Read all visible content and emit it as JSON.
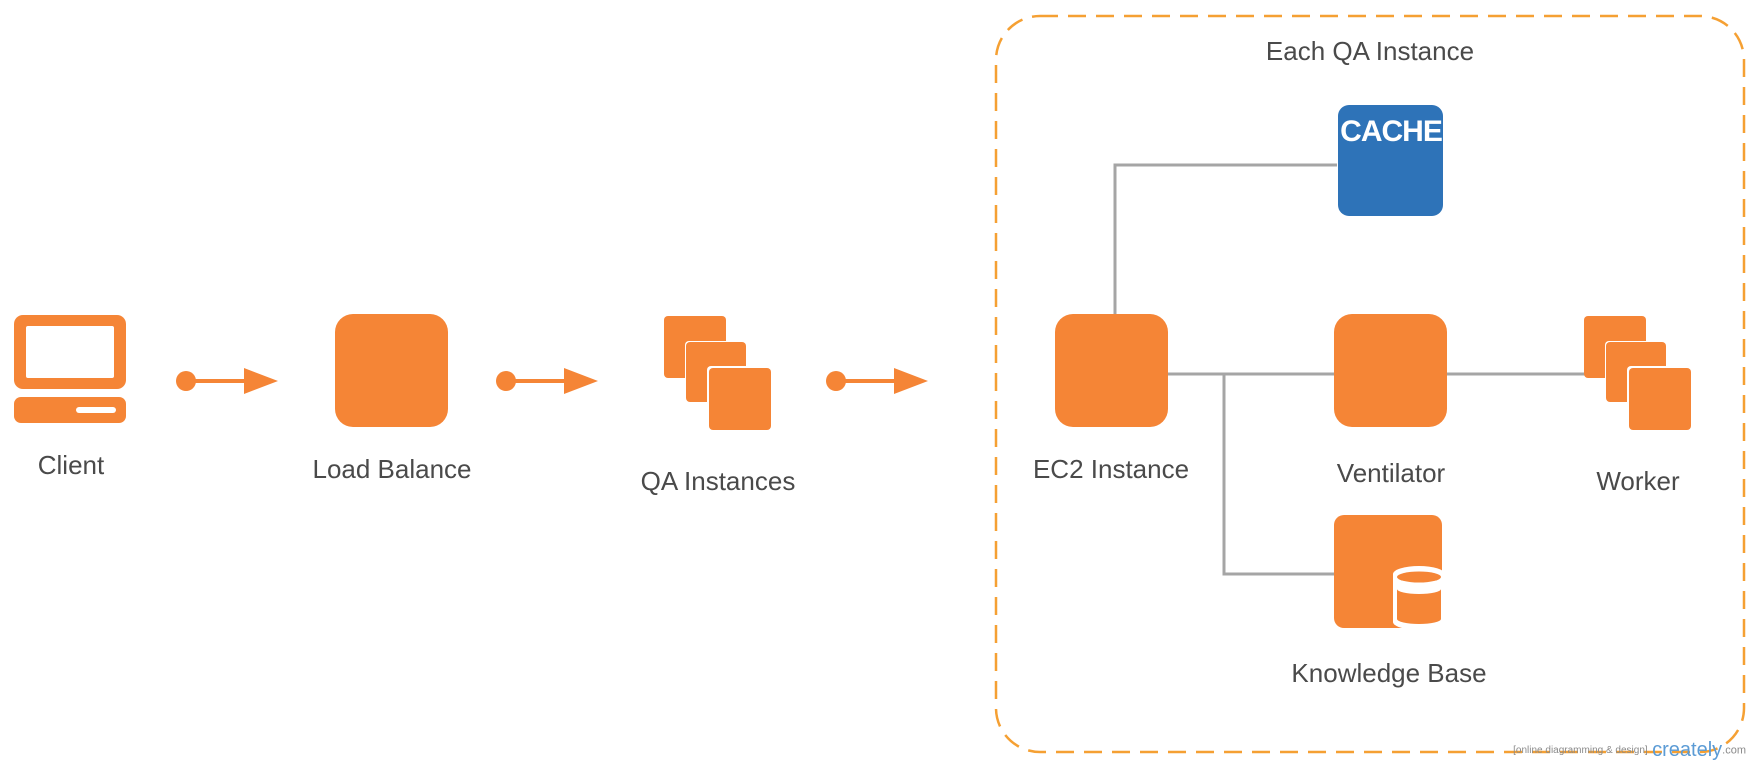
{
  "diagram": {
    "group": {
      "title": "Each QA Instance"
    },
    "nodes": {
      "client": {
        "label": "Client",
        "icon": "desktop-computer-icon"
      },
      "load_balance": {
        "label": "Load Balance",
        "icon": "load-balancer-icon"
      },
      "qa_instances": {
        "label": "QA Instances",
        "icon": "stacked-instances-icon"
      },
      "ec2": {
        "label": "EC2 Instance",
        "icon": "ec2-instance-icon"
      },
      "ventilator": {
        "label": "Ventilator",
        "icon": "server-icon"
      },
      "worker": {
        "label": "Worker",
        "icon": "stacked-instances-icon"
      },
      "cache": {
        "label": "CACHE",
        "icon": "cache-icon"
      },
      "knowledge_base": {
        "label": "Knowledge Base",
        "icon": "database-icon"
      }
    },
    "edges": [
      {
        "from": "Client",
        "to": "Load Balance",
        "type": "arrow"
      },
      {
        "from": "Load Balance",
        "to": "QA Instances",
        "type": "arrow"
      },
      {
        "from": "QA Instances",
        "to": "Each QA Instance",
        "type": "arrow"
      },
      {
        "from": "EC2 Instance",
        "to": "CACHE",
        "type": "line"
      },
      {
        "from": "EC2 Instance",
        "to": "Ventilator",
        "type": "line"
      },
      {
        "from": "Ventilator",
        "to": "Worker",
        "type": "line"
      },
      {
        "from": "EC2 Instance",
        "to": "Knowledge Base",
        "type": "line"
      }
    ]
  },
  "watermark": {
    "tagline": "[online diagramming & design]",
    "brand": "creately",
    "suffix": ".com"
  },
  "colors": {
    "node_orange": "#F58536",
    "cache_blue": "#2E73B8",
    "connector_gray": "#A5A5A5",
    "group_border": "#F5A033",
    "label_text": "#4A4A4A"
  }
}
